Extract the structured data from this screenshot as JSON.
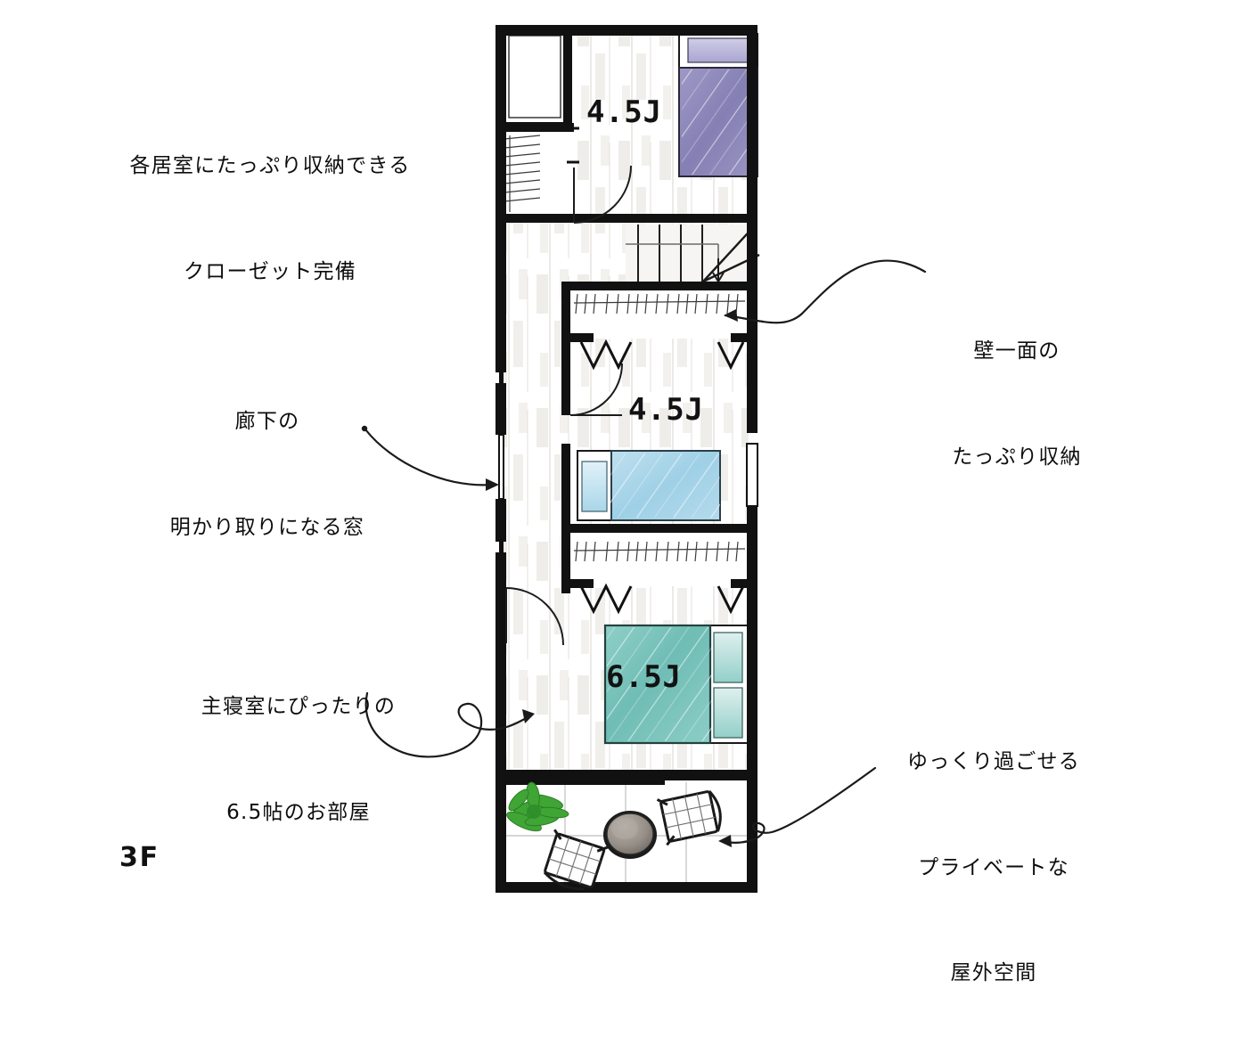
{
  "plan": {
    "floor_label": "3F",
    "rooms": [
      {
        "id": "room-top",
        "label": "4.5J"
      },
      {
        "id": "room-middle",
        "label": "4.5J"
      },
      {
        "id": "room-bottom",
        "label": "6.5J"
      }
    ],
    "features": {
      "bed_top_color": "#8b86b9",
      "bed_middle_color": "#a9d6e9",
      "bed_bottom_color": "#7cc4bd",
      "plant_color": "#3fa535",
      "table_color": "#8d877f",
      "wall_color": "#111111",
      "floor_tint": "#f2f0ee"
    }
  },
  "annotations": [
    {
      "id": "annot-closets",
      "lines": [
        "各居室にたっぷり収納できる",
        "クローゼット完備"
      ]
    },
    {
      "id": "annot-wall-storage",
      "lines": [
        "壁一面の",
        "たっぷり収納"
      ]
    },
    {
      "id": "annot-corridor-window",
      "lines": [
        "廊下の",
        "明かり取りになる窓"
      ]
    },
    {
      "id": "annot-master-bedroom",
      "lines": [
        "主寝室にぴったりの",
        "6.5帖のお部屋"
      ]
    },
    {
      "id": "annot-outdoor-space",
      "lines": [
        "ゆっくり過ごせる",
        "プライベートな",
        "屋外空間"
      ]
    }
  ]
}
